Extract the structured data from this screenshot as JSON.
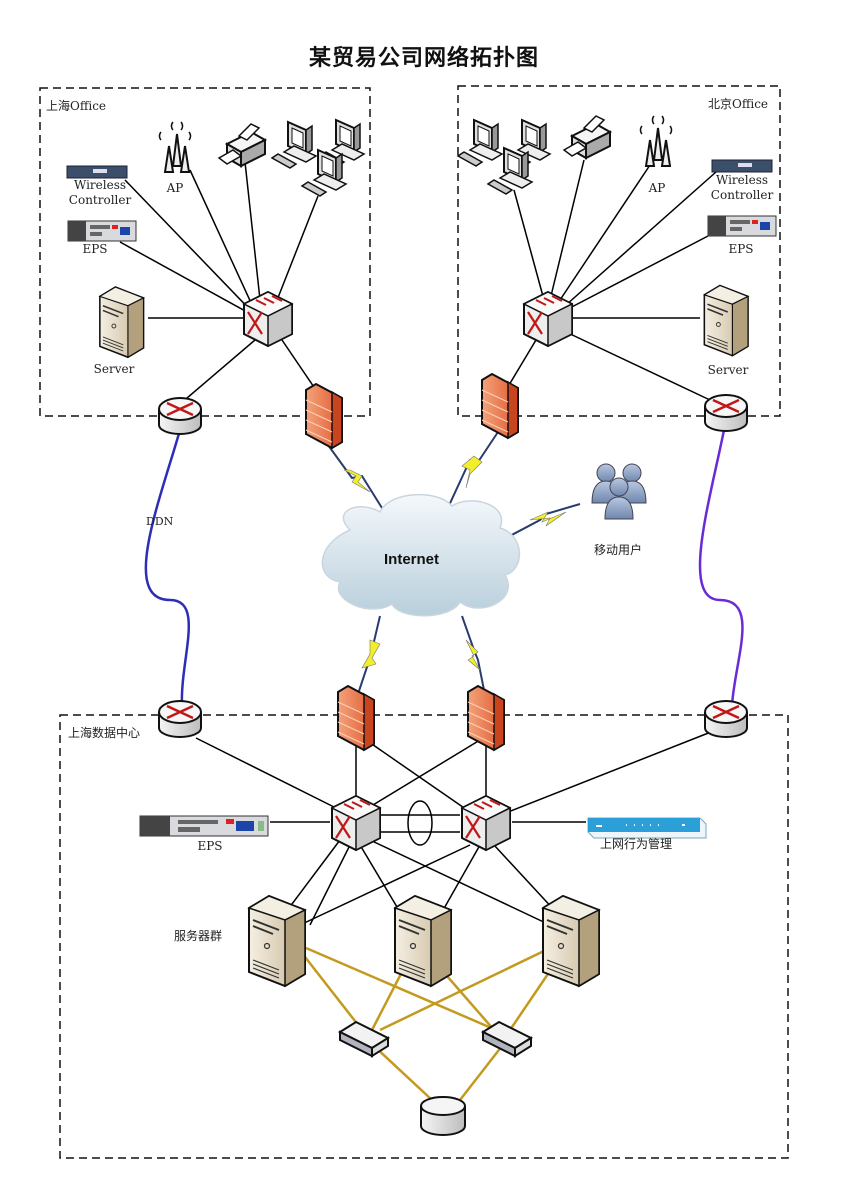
{
  "title": "某贸易公司网络拓扑图",
  "zones": {
    "shanghai_office": "上海Office",
    "beijing_office": "北京Office",
    "shanghai_dc": "上海数据中心"
  },
  "labels": {
    "sh_wireless_controller": [
      "Wireless",
      "Controller"
    ],
    "sh_ap": "AP",
    "sh_eps": "EPS",
    "sh_server": "Server",
    "bj_wireless_controller": [
      "Wireless",
      "Controller"
    ],
    "bj_ap": "AP",
    "bj_eps": "EPS",
    "bj_server": "Server",
    "ddn": "DDN",
    "internet": "Internet",
    "mobile_users": "移动用户",
    "dc_eps": "EPS",
    "behavior_mgmt": "上网行为管理",
    "server_cluster": "服务器群"
  },
  "colors": {
    "link": "#000000",
    "wan_link_left": "#2d2db8",
    "wan_link_right": "#6a2bd6",
    "storage_link": "#c49a1e",
    "lightning": "#f2ee2a",
    "firewall": "#e8744a",
    "cloud": "#dbe9f2"
  }
}
